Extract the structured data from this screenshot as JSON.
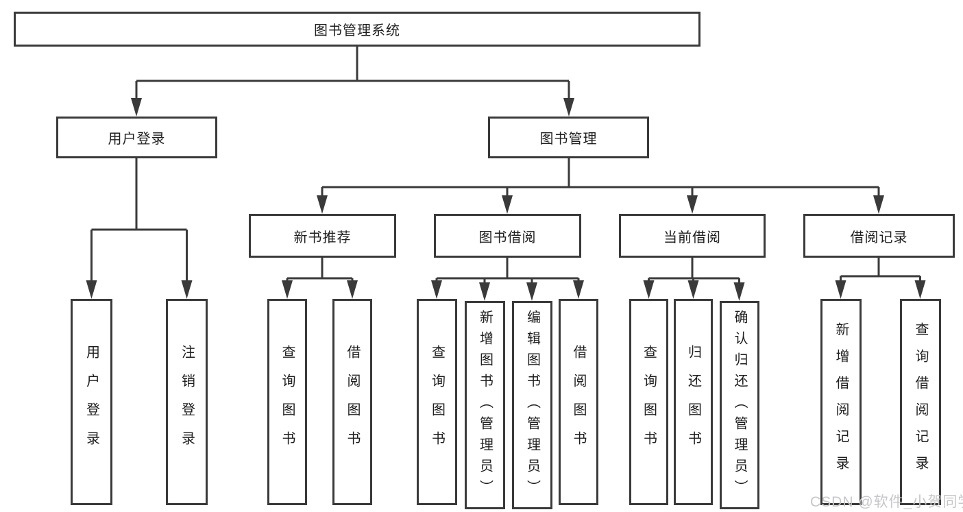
{
  "diagram": {
    "root": {
      "label": "图书管理系统"
    },
    "level2": [
      {
        "label": "用户登录"
      },
      {
        "label": "图书管理"
      }
    ],
    "level3": [
      {
        "label": "新书推荐"
      },
      {
        "label": "图书借阅"
      },
      {
        "label": "当前借阅"
      },
      {
        "label": "借阅记录"
      }
    ],
    "leaves": {
      "user_login": [
        {
          "label": "用户登录"
        },
        {
          "label": "注销登录"
        }
      ],
      "new_books": [
        {
          "label": "查询图书"
        },
        {
          "label": "借阅图书"
        }
      ],
      "book_borrow": [
        {
          "label": "查询图书"
        },
        {
          "label": "新增图书（管理员）"
        },
        {
          "label": "编辑图书（管理员）"
        },
        {
          "label": "借阅图书"
        }
      ],
      "current_borrow": [
        {
          "label": "查询图书"
        },
        {
          "label": "归还图书"
        },
        {
          "label": "确认归还（管理员）"
        }
      ],
      "borrow_records": [
        {
          "label": "新增借阅记录"
        },
        {
          "label": "查询借阅记录"
        }
      ]
    }
  },
  "watermark": {
    "text": "CSDN @软件_小贺同学"
  },
  "colors": {
    "line": "#3a3a3a",
    "text": "#1f1f1f",
    "watermark": "#c6c7ca",
    "background": "#ffffff"
  }
}
